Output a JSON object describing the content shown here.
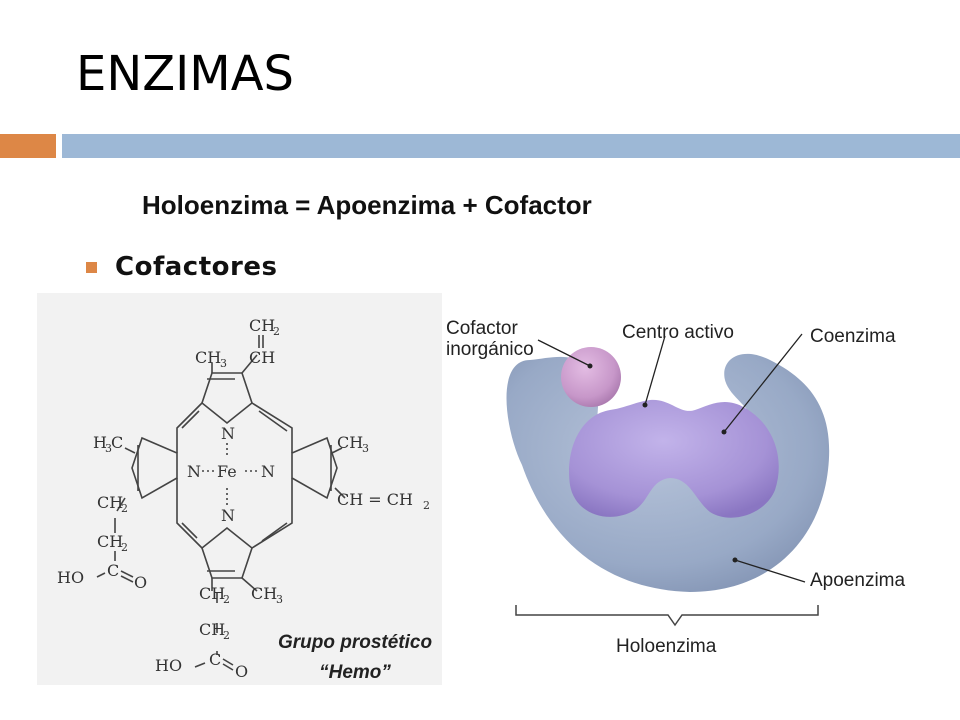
{
  "slide": {
    "title": "ENZIMAS",
    "subtitle": "Holoenzima = Apoenzima + Cofactor",
    "bullet": "Cofactores",
    "colors": {
      "accent_orange": "#dd8746",
      "accent_blue": "#9db8d6",
      "bullet": "#dd8746"
    }
  },
  "hemo": {
    "labels": {
      "ch2_top": "CH",
      "ch_top": "CH",
      "ch3_top": "CH",
      "h3c": "H",
      "ch3_right": "CH",
      "n_top": "N",
      "n_left": "N",
      "fe": "Fe",
      "n_right": "N",
      "n_bottom": "N",
      "ch_eq": "CH = CH",
      "ch2_l1": "CH",
      "ch2_l2": "CH",
      "ho_left": "HO",
      "c_left": "C",
      "o_left": "O",
      "ch3_bottom": "CH",
      "ch2_b1": "CH",
      "ch2_b2": "CH",
      "ho_bottom": "HO",
      "c_bottom": "C",
      "o_bottom": "O"
    },
    "caption_line1": "Grupo prostético",
    "caption_line2": "“Hemo”"
  },
  "enzyme": {
    "labels": {
      "cofactor_line1": "Cofactor",
      "cofactor_line2": "inorgánico",
      "centro": "Centro activo",
      "coenzima": "Coenzima",
      "apoenzima": "Apoenzima",
      "holoenzima": "Holoenzima"
    },
    "colors": {
      "apo": "#98a9c6",
      "coenzyme": "#a592d6",
      "cofactor": "#c797c9"
    }
  }
}
